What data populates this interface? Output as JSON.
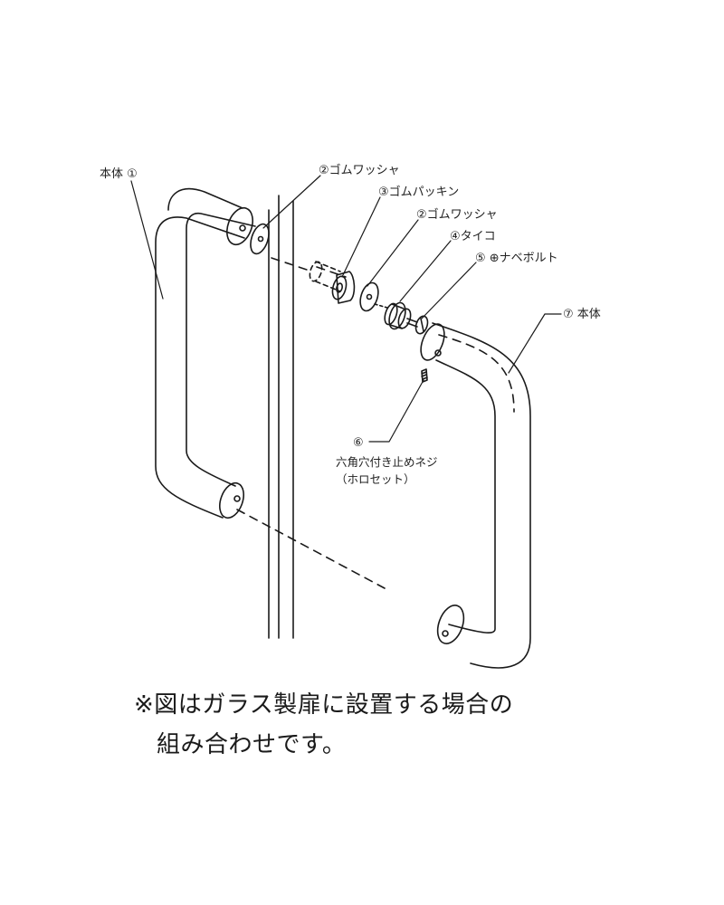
{
  "labels": {
    "part_1": "本体 ①",
    "part_2a": "②ゴムワッシャ",
    "part_3": "③ゴムパッキン",
    "part_2b": "②ゴムワッシャ",
    "part_4": "④タイコ",
    "part_5": "⑤ ⊕ナベボルト",
    "part_7": "⑦ 本体",
    "part_6": "⑥",
    "part_6_name_line1": "六角穴付き止めネジ",
    "part_6_name_line2": "（ホロセット）"
  },
  "note": {
    "line1": "※図はガラス製扉に設置する場合の",
    "line2": "組み合わせです。"
  },
  "colors": {
    "line": "#1a1a1a",
    "background": "#ffffff"
  }
}
